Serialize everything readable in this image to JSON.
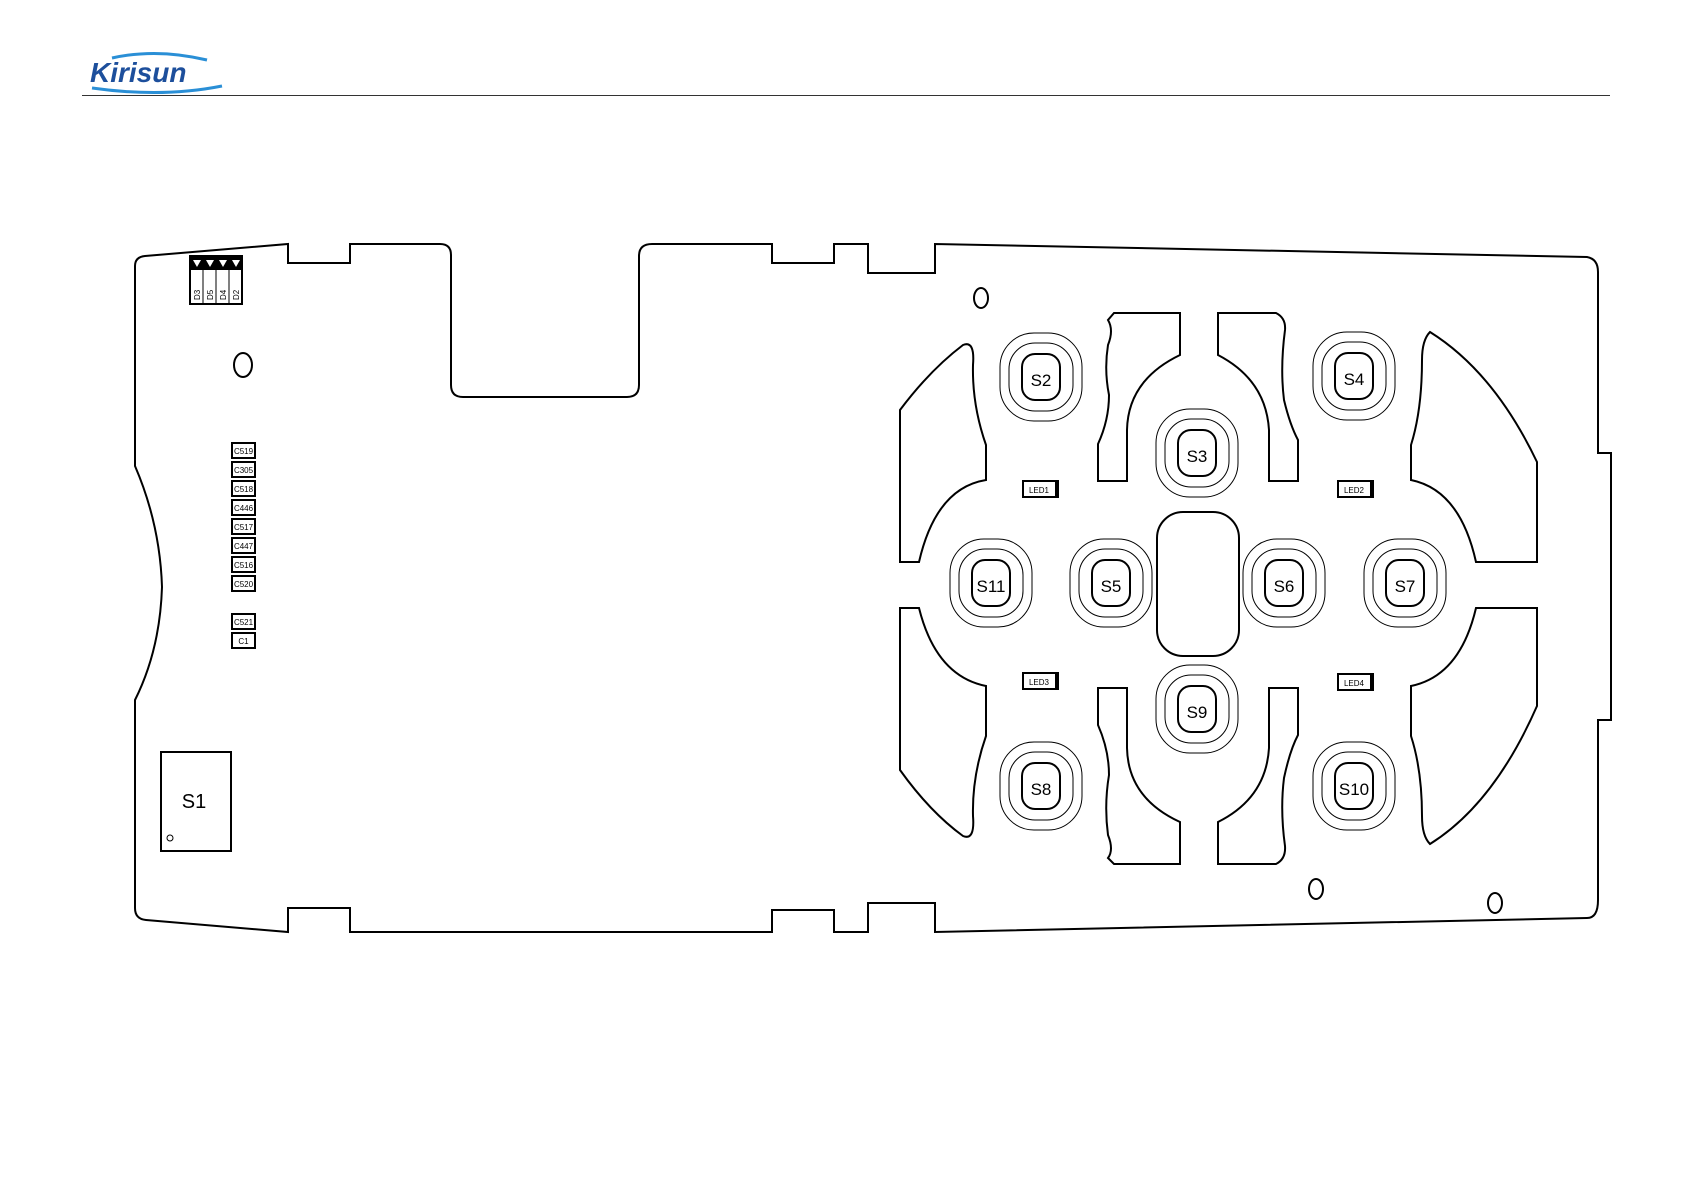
{
  "logo": {
    "text": "Kirisun",
    "color": "#1d4f9c",
    "accent": "#2a8fd6"
  },
  "diodes": [
    "D3",
    "D5",
    "D4",
    "D2"
  ],
  "capacitors": [
    "C519",
    "C305",
    "C518",
    "C446",
    "C517",
    "C447",
    "C516",
    "C520",
    "C521",
    "C1"
  ],
  "switch_s1": {
    "label": "S1"
  },
  "keys": {
    "s2": "S2",
    "s3": "S3",
    "s4": "S4",
    "s5": "S5",
    "s6": "S6",
    "s7": "S7",
    "s8": "S8",
    "s9": "S9",
    "s10": "S10",
    "s11": "S11"
  },
  "leds": {
    "led1": "LED1",
    "led2": "LED2",
    "led3": "LED3",
    "led4": "LED4"
  }
}
